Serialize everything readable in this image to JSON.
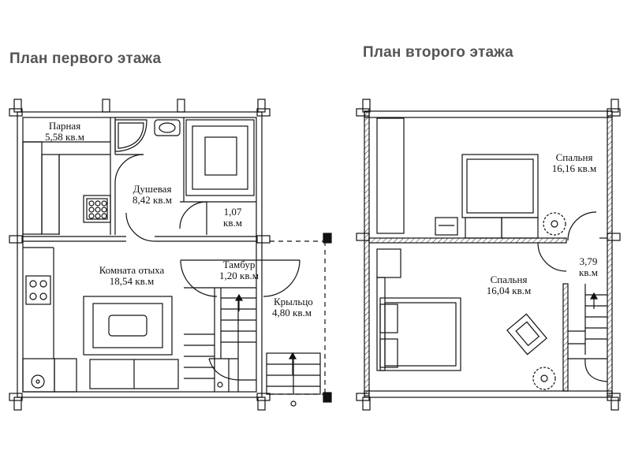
{
  "floor1": {
    "title": "План первого этажа",
    "rooms": {
      "steam_room": {
        "name": "Парная",
        "area": "5,58 кв.м"
      },
      "shower_room": {
        "name": "Душевая",
        "area": "8,42 кв.м"
      },
      "closet": {
        "name": "1,07",
        "area": "кв.м"
      },
      "rest_room": {
        "name": "Комната отыха",
        "area": "18,54 кв.м"
      },
      "vestibule": {
        "name": "Тамбур",
        "area": "1,20 кв.м"
      },
      "porch": {
        "name": "Крыльцо",
        "area": "4,80 кв.м"
      }
    }
  },
  "floor2": {
    "title": "План второго этажа",
    "rooms": {
      "bedroom_1": {
        "name": "Спальня",
        "area": "16,16 кв.м"
      },
      "bedroom_2": {
        "name": "Спальня",
        "area": "16,04 кв.м"
      },
      "hall": {
        "name": "3,79",
        "area": "кв.м"
      }
    }
  },
  "colors": {
    "wall": "#111111",
    "title": "#555555",
    "background": "#ffffff"
  }
}
